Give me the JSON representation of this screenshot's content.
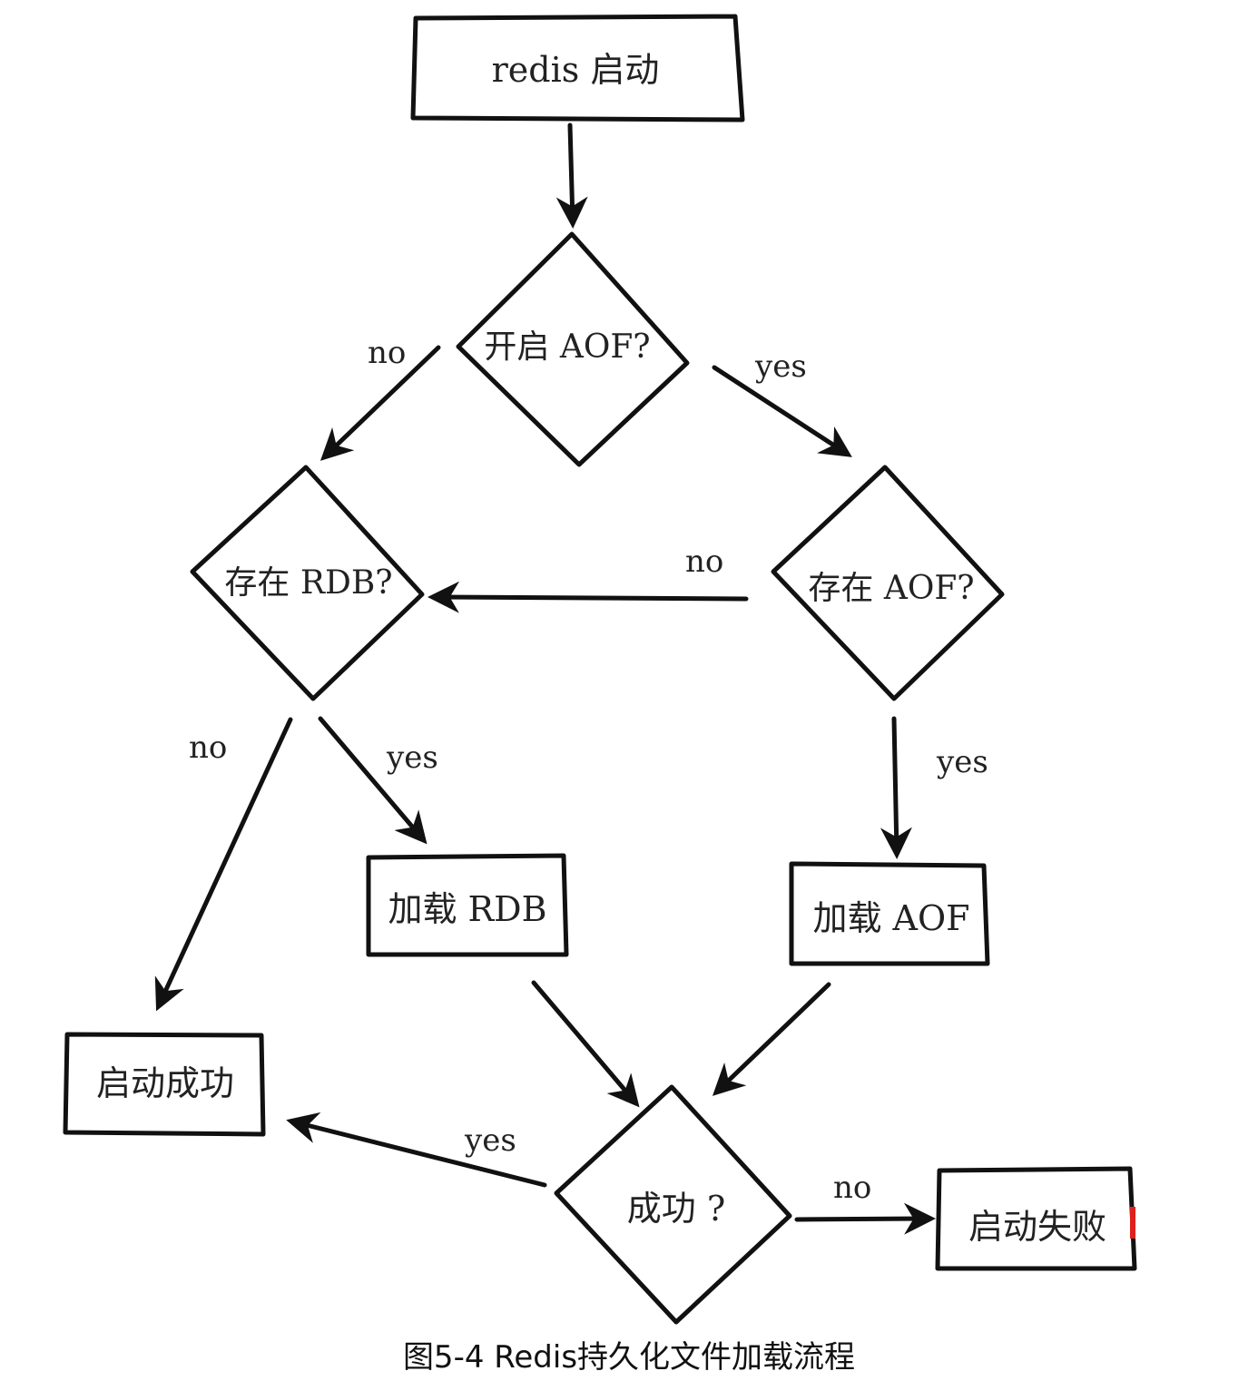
{
  "nodes": {
    "start": "redis 启动",
    "aof_enabled": "开启 AOF?",
    "rdb_exists": "存在 RDB?",
    "aof_exists": "存在 AOF?",
    "load_rdb": "加载 RDB",
    "load_aof": "加载 AOF",
    "success_check": "成功 ?",
    "start_success": "启动成功",
    "start_fail": "启动失败"
  },
  "edges": {
    "aof_enabled_no": "no",
    "aof_enabled_yes": "yes",
    "aof_exists_no": "no",
    "rdb_exists_no": "no",
    "rdb_exists_yes": "yes",
    "aof_exists_yes": "yes",
    "success_yes": "yes",
    "success_no": "no"
  },
  "caption": "图5-4  Redis持久化文件加载流程",
  "colors": {
    "stroke": "#111111",
    "accent_mark": "#e0201c"
  }
}
